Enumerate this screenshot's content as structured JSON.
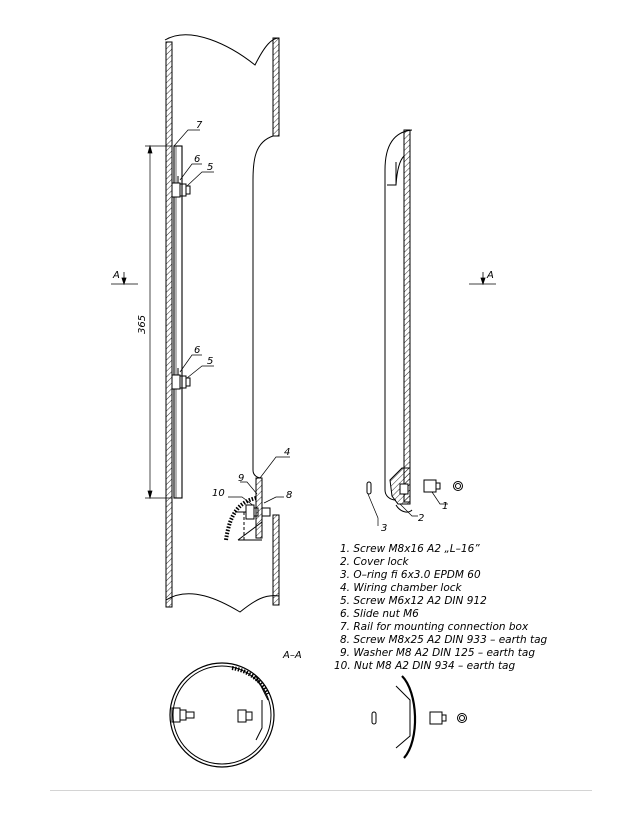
{
  "callouts": {
    "n1": "1",
    "n2": "2",
    "n3": "3",
    "n4": "4",
    "n5": "5",
    "n6": "6",
    "n7": "7",
    "n8": "8",
    "n9": "9",
    "n10": "10"
  },
  "dimension": "365",
  "section_marker": "A",
  "section_title": "A–A",
  "legend": [
    "1. Screw M8x16 A2 „L–16”",
    "2. Cover lock",
    "3. O–ring fi 6x3.0 EPDM 60",
    "4. Wiring chamber lock",
    "5. Screw M6x12 A2 DIN 912",
    "6. Slide nut M6",
    "7. Rail for mounting connection box",
    "8. Screw M8x25 A2 DIN 933 – earth tag",
    "9. Washer M8 A2 DIN 125 – earth tag",
    "10. Nut M8 A2 DIN 934 – earth tag"
  ]
}
